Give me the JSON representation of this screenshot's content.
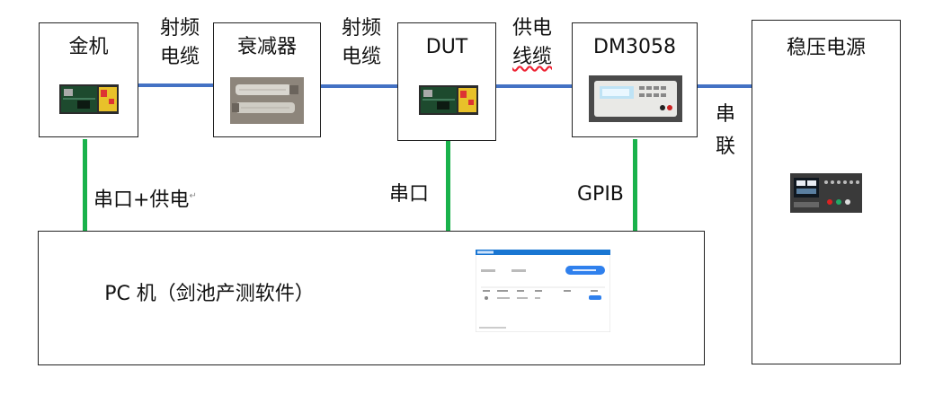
{
  "nodes": {
    "golden": "金机",
    "attenuator": "衰减器",
    "dut": "DUT",
    "dmm": "DM3058",
    "psu": "稳压电源",
    "pc": "PC 机（剑池产测软件）"
  },
  "links": {
    "rf1_line1": "射频",
    "rf1_line2": "电缆",
    "rf2_line1": "射频",
    "rf2_line2": "电缆",
    "power_line1": "供电",
    "power_line2": "线缆",
    "series_line1": "串",
    "series_line2": "联",
    "serial_power": "串口+供电",
    "serial": "串口",
    "gpib": "GPIB"
  },
  "colors": {
    "rf_line": "#4472c4",
    "control_line": "#19b24b"
  }
}
